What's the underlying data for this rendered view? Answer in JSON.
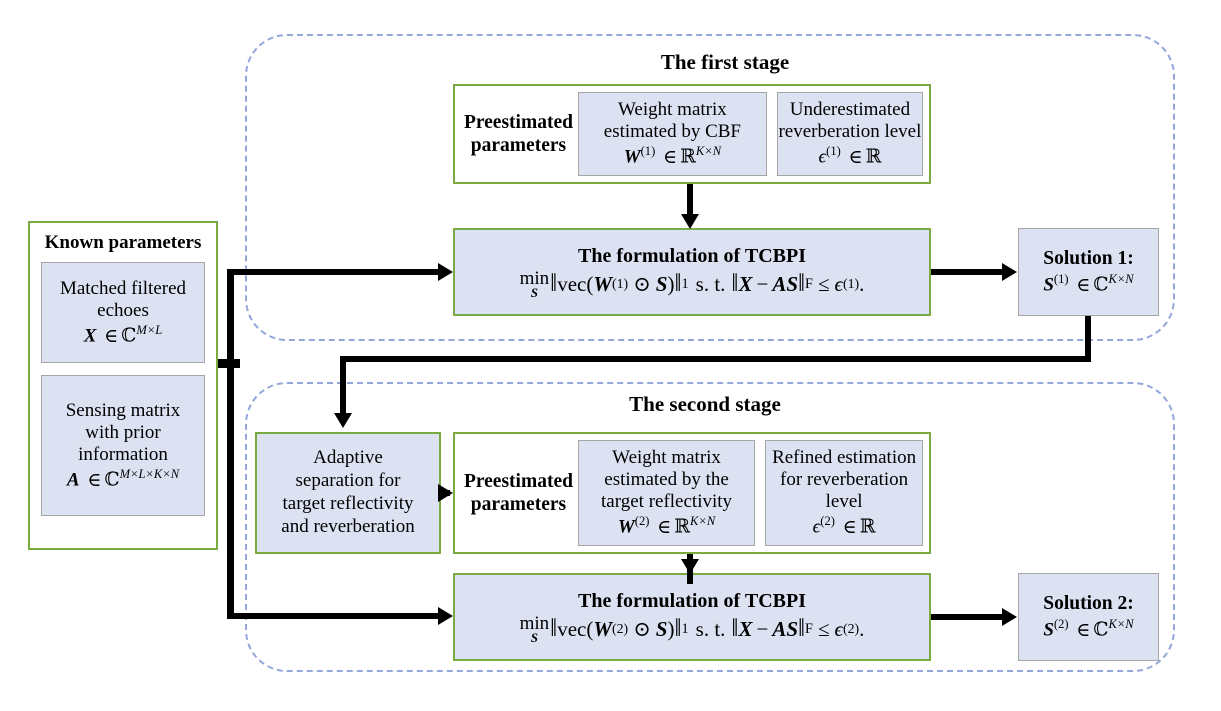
{
  "diagram": {
    "title": "Two-stage TCBPI reverberation suppression flowchart",
    "colors": {
      "dashed_border": "#93a7da",
      "group_border": "#7aab43",
      "cell_fill": "#dde2f2",
      "cell_border": "#a6a6a6",
      "connector": "#000000",
      "background": "#ffffff"
    }
  },
  "known_parameters": {
    "header": "Known parameters",
    "items": [
      {
        "line1": "Matched filtered",
        "line2": "echoes",
        "symbol": "X",
        "membership": "∈",
        "set": "ℂ",
        "exponent": "M×L"
      },
      {
        "line1": "Sensing matrix",
        "line2": "with prior",
        "line3": "information",
        "symbol": "A",
        "membership": "∈",
        "set": "ℂ",
        "exponent": "M×L×K×N"
      }
    ]
  },
  "stage1": {
    "title": "The first stage",
    "preestimated": {
      "header_line1": "Preestimated",
      "header_line2": "parameters",
      "cells": [
        {
          "line1": "Weight matrix",
          "line2": "estimated by CBF",
          "symbol": "W",
          "superscript": "(1)",
          "membership": "∈",
          "set": "ℝ",
          "exponent": "K×N"
        },
        {
          "line1": "Underestimated",
          "line2": "reverberation level",
          "symbol": "ϵ",
          "superscript": "(1)",
          "membership": "∈",
          "set": "ℝ",
          "exponent": ""
        }
      ]
    },
    "formulation": {
      "title": "The formulation of TCBPI",
      "min_label": "min",
      "min_var": "S",
      "objective_pre": "vec(",
      "objective_W": "W",
      "objective_W_sup": "(1)",
      "objective_odot": "⊙",
      "objective_S": "S",
      "objective_post": ")",
      "norm_sub": "1",
      "st": "s. t.",
      "constraint_X": "X",
      "constraint_minus": "−",
      "constraint_AS": "AS",
      "constraint_sub": "F",
      "constraint_le": "≤",
      "constraint_eps": "ϵ",
      "constraint_eps_sup": "(1)",
      "period": "."
    },
    "solution": {
      "label": "Solution 1:",
      "symbol": "S",
      "superscript": "(1)",
      "membership": "∈",
      "set": "ℂ",
      "exponent": "K×N"
    }
  },
  "stage2": {
    "title": "The second stage",
    "adaptive": {
      "line1": "Adaptive",
      "line2": "separation for",
      "line3": "target reflectivity",
      "line4": "and reverberation"
    },
    "preestimated": {
      "header_line1": "Preestimated",
      "header_line2": "parameters",
      "cells": [
        {
          "line1": "Weight matrix",
          "line2": "estimated by the",
          "line3": "target reflectivity",
          "symbol": "W",
          "superscript": "(2)",
          "membership": "∈",
          "set": "ℝ",
          "exponent": "K×N"
        },
        {
          "line1": "Refined estimation",
          "line2": "for reverberation",
          "line3": "level",
          "symbol": "ϵ",
          "superscript": "(2)",
          "membership": "∈",
          "set": "ℝ",
          "exponent": ""
        }
      ]
    },
    "formulation": {
      "title": "The formulation of TCBPI",
      "min_label": "min",
      "min_var": "S",
      "objective_pre": "vec(",
      "objective_W": "W",
      "objective_W_sup": "(2)",
      "objective_odot": "⊙",
      "objective_S": "S",
      "objective_post": ")",
      "norm_sub": "1",
      "st": "s. t.",
      "constraint_X": "X",
      "constraint_minus": "−",
      "constraint_AS": "AS",
      "constraint_sub": "F",
      "constraint_le": "≤",
      "constraint_eps": "ϵ",
      "constraint_eps_sup": "(2)",
      "period": "."
    },
    "solution": {
      "label": "Solution 2:",
      "symbol": "S",
      "superscript": "(2)",
      "membership": "∈",
      "set": "ℂ",
      "exponent": "K×N"
    }
  }
}
